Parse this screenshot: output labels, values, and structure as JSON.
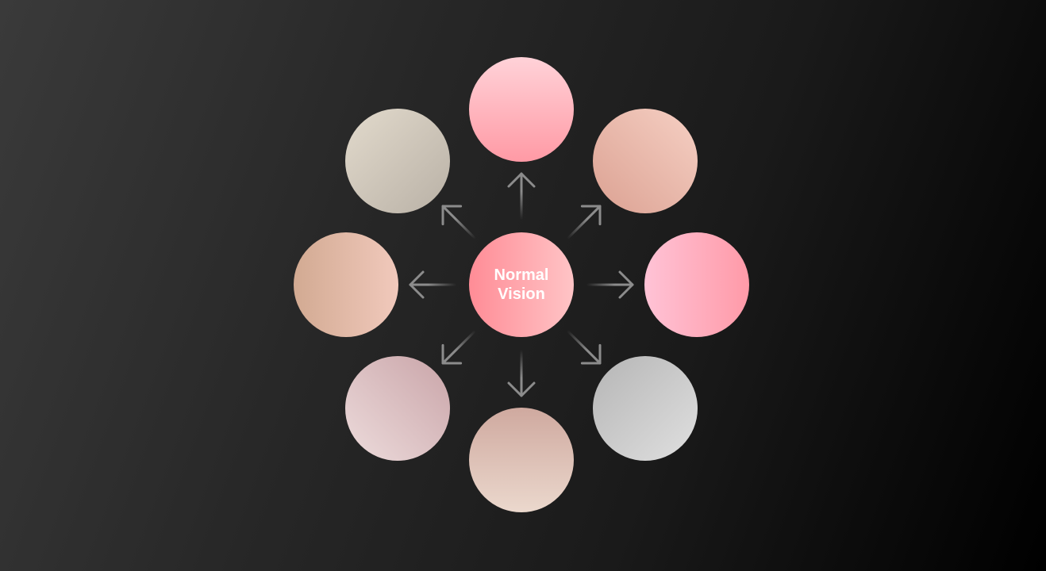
{
  "center": {
    "label": "Normal\nVision",
    "gradient": [
      "#ff8c96",
      "#ffc4c6"
    ]
  },
  "arrow_color": "#8c8c8c",
  "satellites": [
    {
      "id": "top",
      "angle": -90,
      "gradient": [
        "#ff9aa5",
        "#ffd2d8"
      ]
    },
    {
      "id": "top-right",
      "angle": -45,
      "gradient": [
        "#dba192",
        "#f6d0c4"
      ]
    },
    {
      "id": "right",
      "angle": 0,
      "gradient": [
        "#ffc3d6",
        "#ff9aa8"
      ]
    },
    {
      "id": "bottom-right",
      "angle": 45,
      "gradient": [
        "#b5b5b5",
        "#e0e0e0"
      ]
    },
    {
      "id": "bottom",
      "angle": 90,
      "gradient": [
        "#cfa99f",
        "#ebd8cd"
      ]
    },
    {
      "id": "bottom-left",
      "angle": 135,
      "gradient": [
        "#c9a4a8",
        "#eddcdc"
      ]
    },
    {
      "id": "left",
      "angle": 180,
      "gradient": [
        "#f1c9bc",
        "#d2aa92"
      ]
    },
    {
      "id": "top-left",
      "angle": -135,
      "gradient": [
        "#b9b1a6",
        "#e2dacc"
      ]
    }
  ]
}
